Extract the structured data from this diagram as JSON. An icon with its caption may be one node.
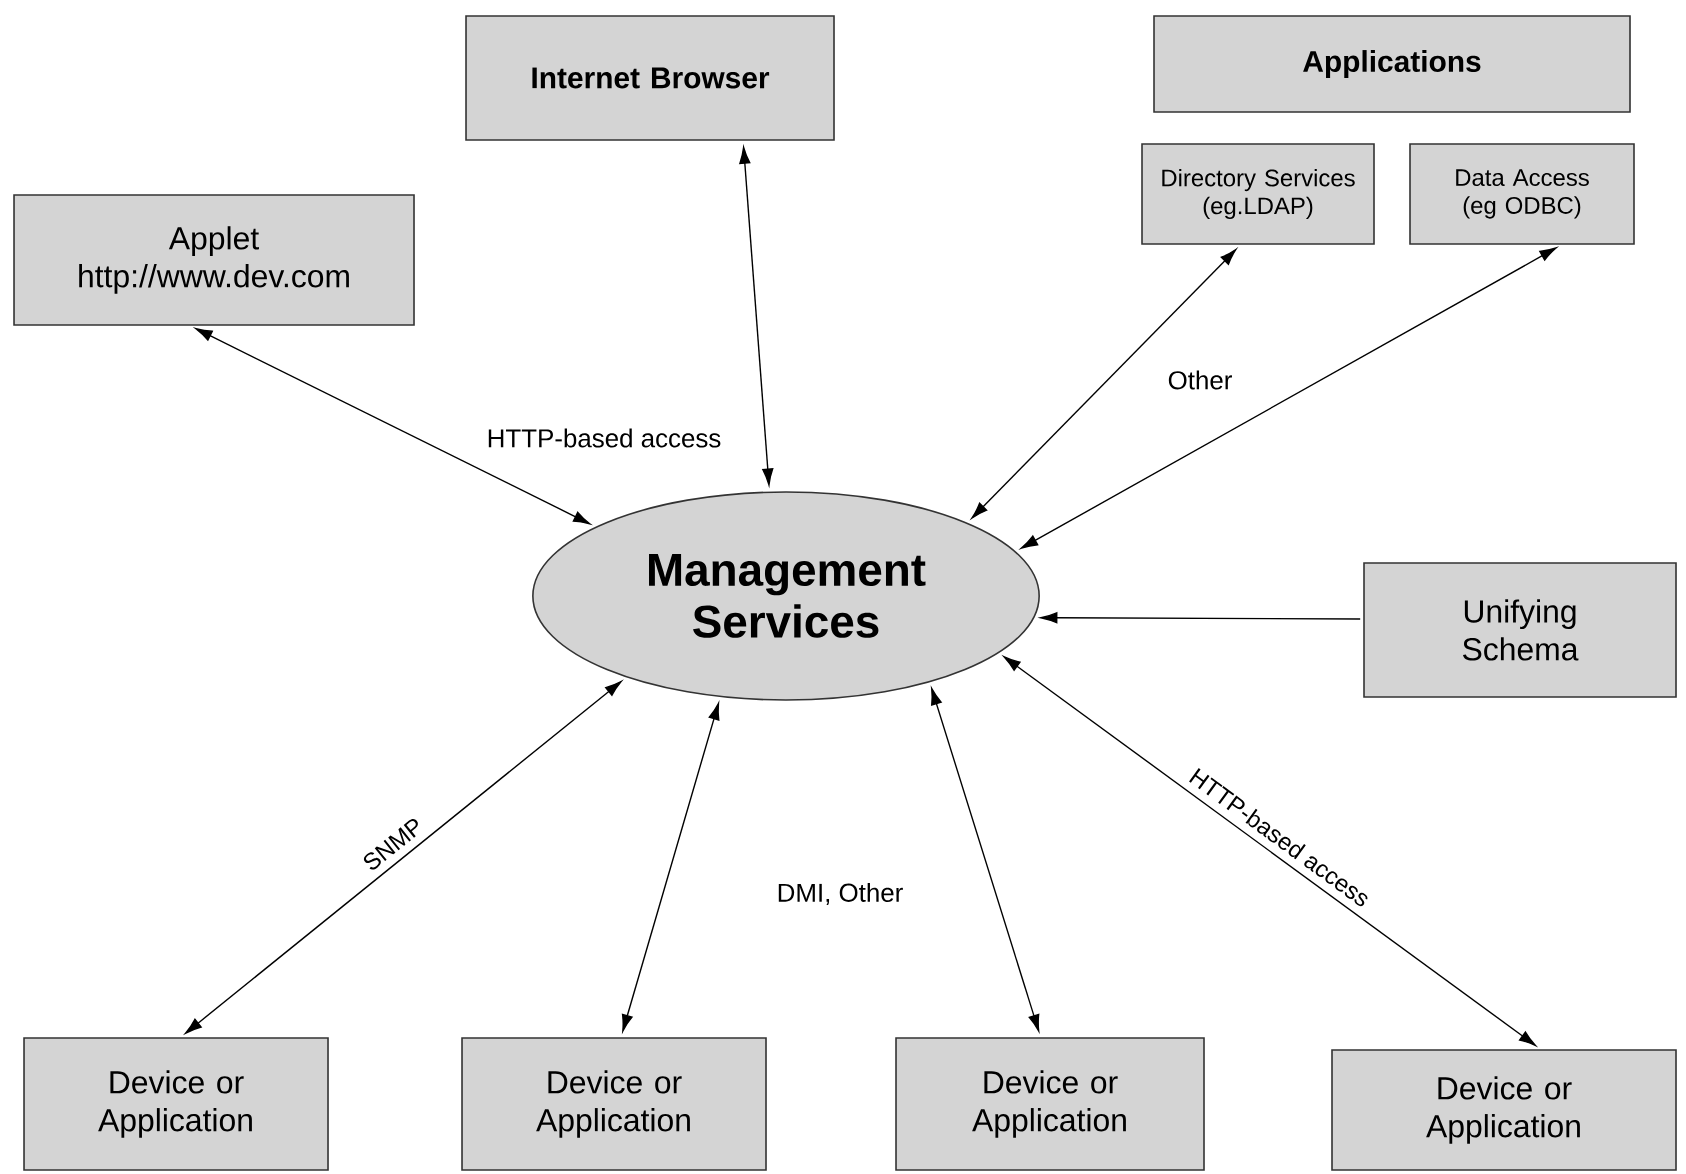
{
  "diagram": {
    "nodes": [
      {
        "text": [
          "Internet Browser"
        ]
      },
      {
        "text": [
          "Applications"
        ]
      },
      {
        "text": [
          "Directory Services (eg.LDAP)"
        ]
      },
      {
        "text": [
          "Data Access (eg ODBC)"
        ]
      },
      {
        "text": [
          "Applet",
          "http://www.dev.com"
        ]
      },
      {
        "text": [
          "Management Services"
        ]
      },
      {
        "text": [
          "Unifying Schema"
        ]
      },
      {
        "text": [
          "Device or Application"
        ]
      },
      {
        "text": [
          "Device or Application"
        ]
      },
      {
        "text": [
          "Device or Application"
        ]
      },
      {
        "text": [
          "Device or Application"
        ]
      }
    ],
    "edges": [
      {
        "from": 4,
        "to": 5,
        "arrow": "both"
      },
      {
        "from": 0,
        "to": 5,
        "arrow": "both"
      },
      {
        "from": 2,
        "to": 5,
        "arrow": "both"
      },
      {
        "from": 3,
        "to": 5,
        "arrow": "both"
      },
      {
        "from": 6,
        "to": 5,
        "arrow": "to"
      },
      {
        "from": 5,
        "to": 7,
        "arrow": "both",
        "label": "SNMP"
      },
      {
        "from": 5,
        "to": 8,
        "arrow": "both"
      },
      {
        "from": 5,
        "to": 9,
        "arrow": "both"
      },
      {
        "from": 5,
        "to": 10,
        "arrow": "both",
        "label": "HTTP-based access"
      }
    ],
    "labels": [
      "HTTP-based access",
      "Other",
      "DMI, Other"
    ]
  }
}
